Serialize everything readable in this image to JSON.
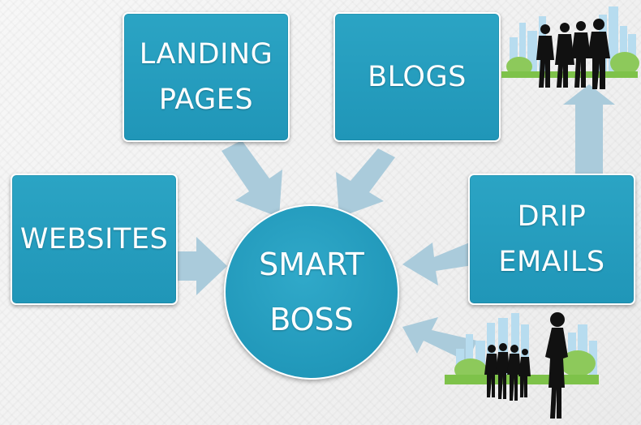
{
  "diagram": {
    "center": {
      "line1": "SMART",
      "line2": "BOSS"
    },
    "nodes": {
      "landing_pages": {
        "line1": "LANDING",
        "line2": "PAGES"
      },
      "blogs": {
        "line1": "BLOGS"
      },
      "websites": {
        "line1": "WEBSITES"
      },
      "drip_emails": {
        "line1": "DRIP",
        "line2": "EMAILS"
      }
    },
    "illustrations": {
      "top_right": "business-team-city-silhouette",
      "bottom_right": "businesswoman-team-city-silhouette"
    }
  },
  "colors": {
    "node_fill": "#2ba4c4",
    "arrow_fill": "#aacbdb",
    "silhouette": "#111111",
    "city": "#b7dcef",
    "grass": "#7ec24a"
  }
}
